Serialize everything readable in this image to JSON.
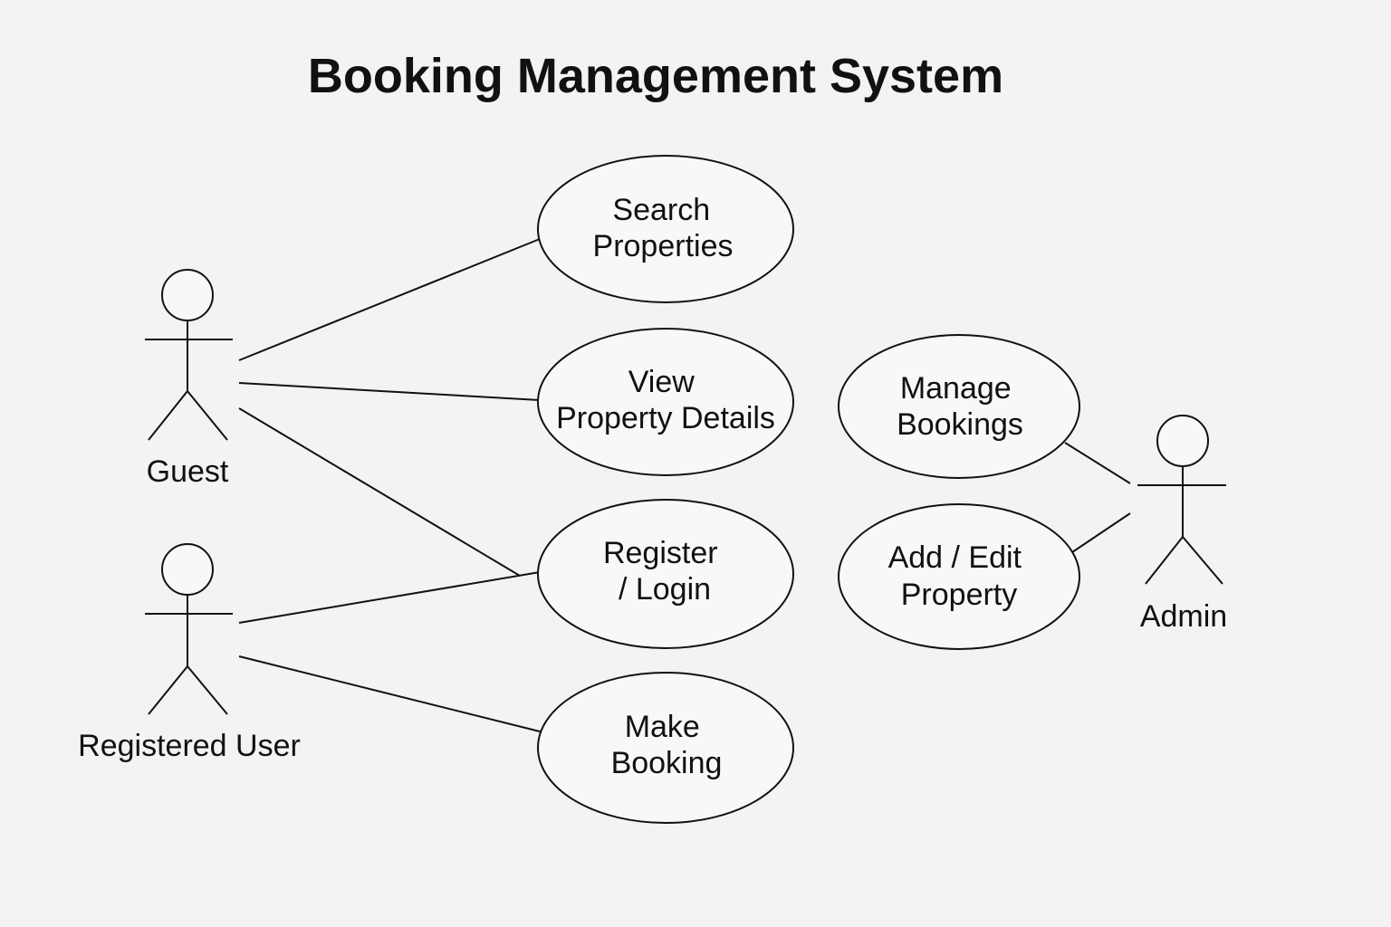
{
  "title": "Booking Management System",
  "actors": {
    "guest": "Guest",
    "registered_user": "Registered User",
    "admin": "Admin"
  },
  "use_cases": {
    "search_properties": [
      "Search",
      "Properties"
    ],
    "view_property_details": [
      "View",
      "Property Details"
    ],
    "register_login": [
      "Register",
      "/ Login"
    ],
    "make_booking": [
      "Make",
      "Booking"
    ],
    "manage_bookings": [
      "Manage",
      "Bookings"
    ],
    "add_edit_property": [
      "Add / Edit",
      "Property"
    ]
  },
  "associations": [
    [
      "guest",
      "search_properties"
    ],
    [
      "guest",
      "view_property_details"
    ],
    [
      "guest",
      "register_login"
    ],
    [
      "registered_user",
      "register_login"
    ],
    [
      "registered_user",
      "make_booking"
    ],
    [
      "admin",
      "manage_bookings"
    ],
    [
      "admin",
      "add_edit_property"
    ]
  ],
  "colors": {
    "background": "#f3f3f3",
    "stroke": "#111111",
    "shape_fill": "#f8f8f8"
  }
}
